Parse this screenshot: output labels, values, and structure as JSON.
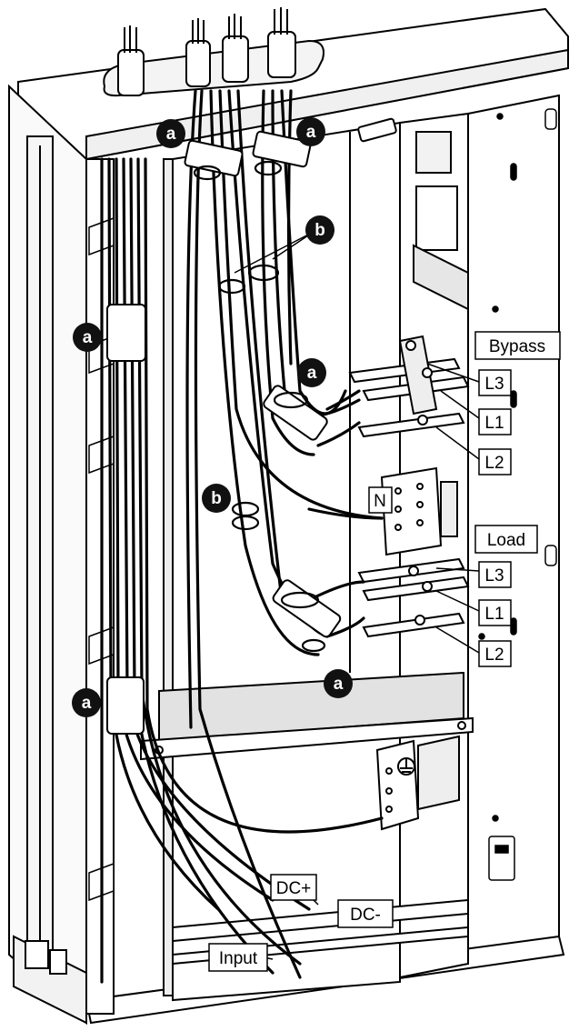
{
  "callouts": {
    "a1": "a",
    "a2": "a",
    "a3": "a",
    "a4": "a",
    "a5": "a",
    "a6": "a",
    "b1": "b",
    "b2": "b"
  },
  "labels": {
    "bypass": "Bypass",
    "bypass_l3": "L3",
    "bypass_l1": "L1",
    "bypass_l2": "L2",
    "neutral": "N",
    "load": "Load",
    "load_l3": "L3",
    "load_l1": "L1",
    "load_l2": "L2",
    "dc_plus": "DC+",
    "dc_minus": "DC-",
    "input": "Input"
  },
  "colors": {
    "line": "#000000",
    "panel_fill": "#ffffff",
    "shade": "#d8d8d8",
    "callout_fill": "#111111"
  }
}
